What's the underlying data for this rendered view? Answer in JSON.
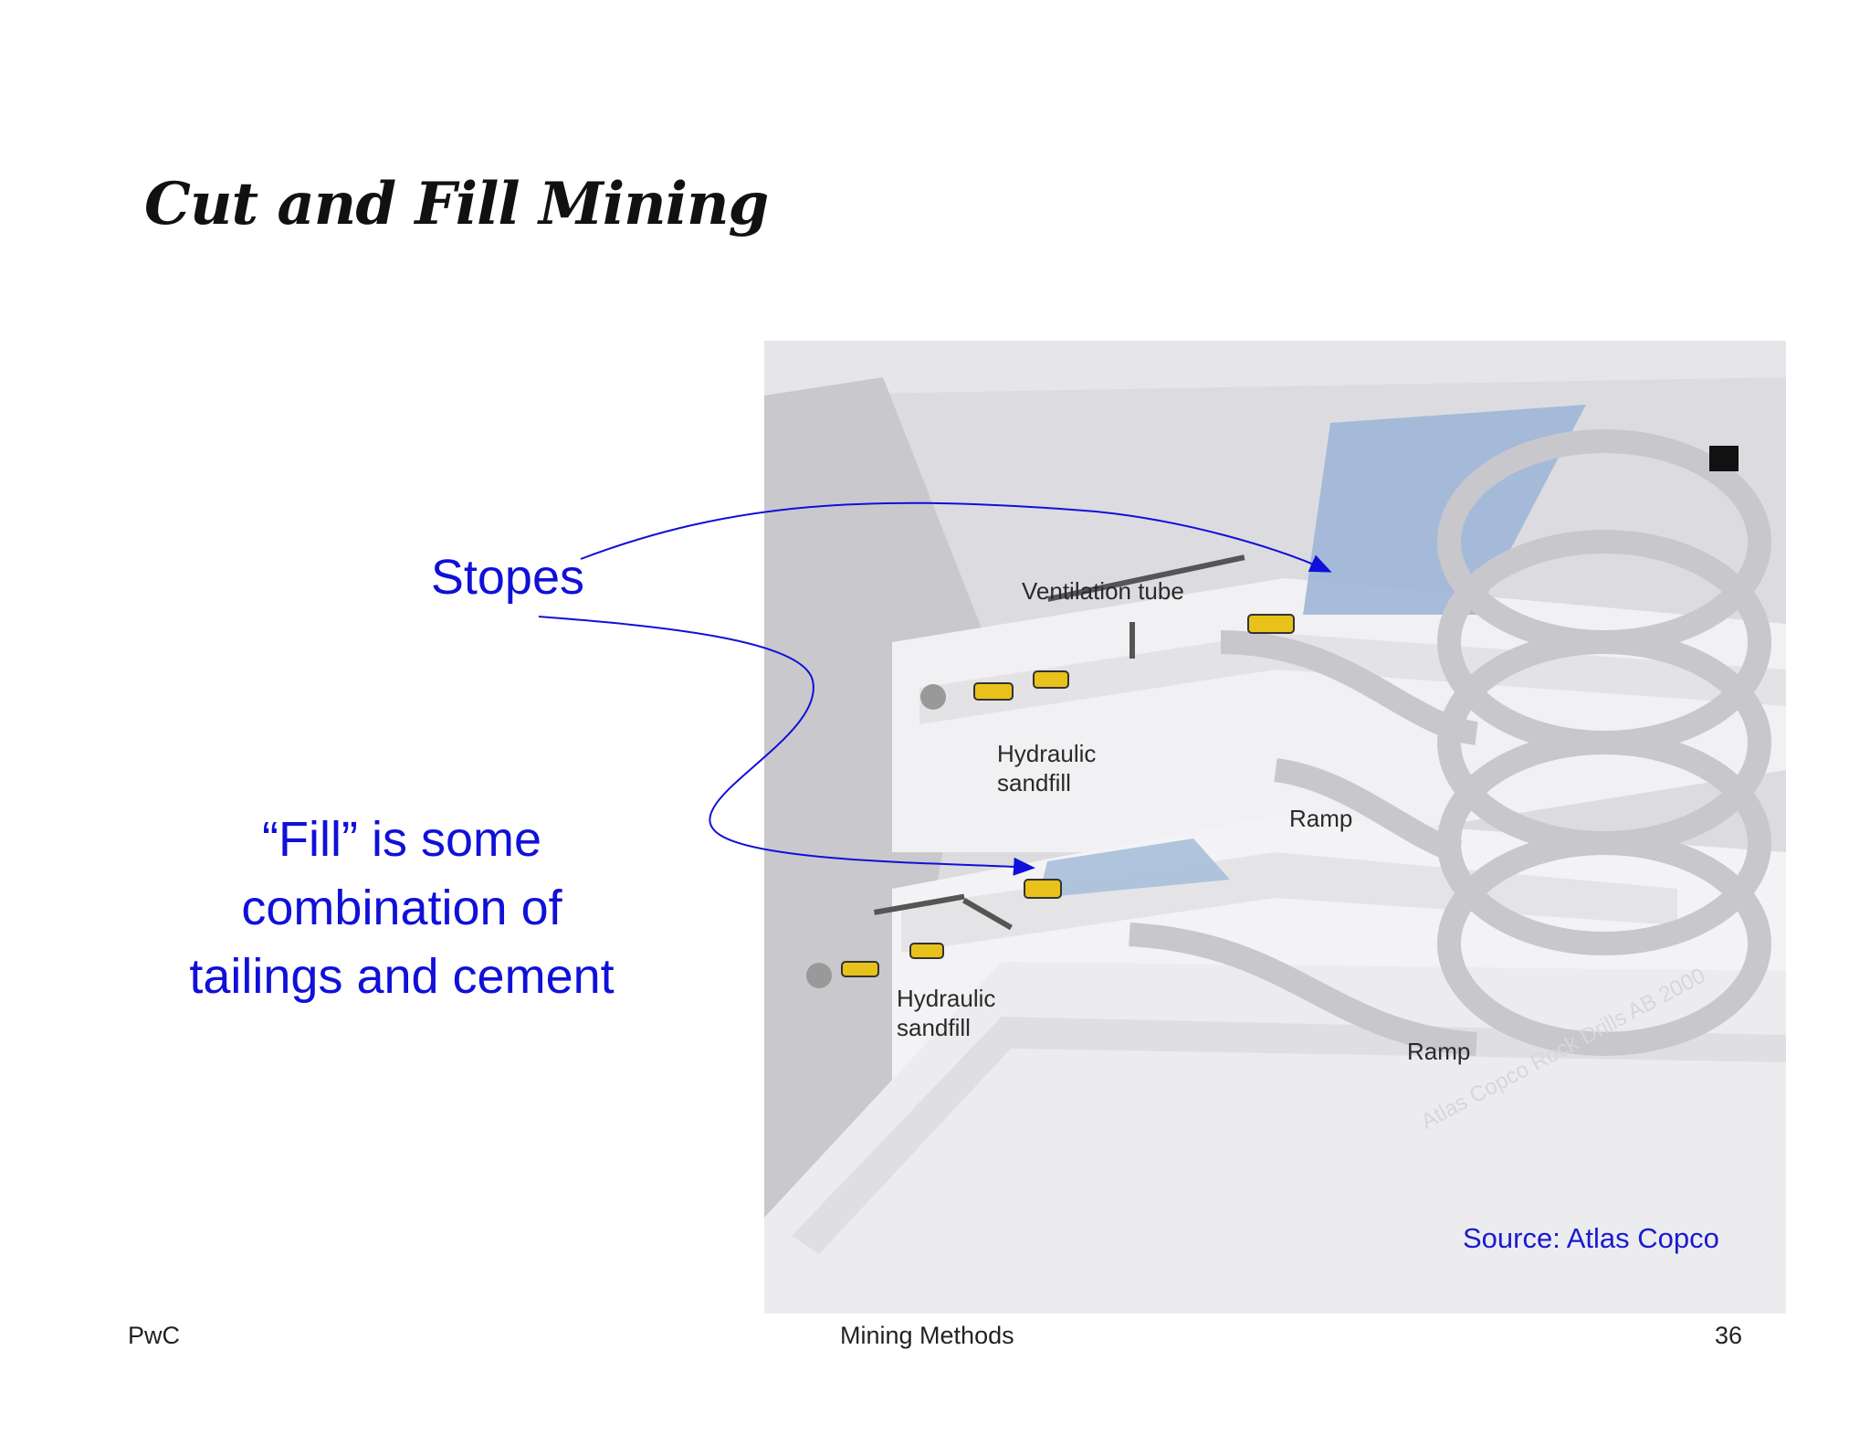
{
  "slide": {
    "title": "Cut and Fill Mining",
    "callouts": {
      "stopes": "Stopes",
      "fill_lines": [
        "“Fill” is some",
        "combination of",
        "tailings and cement"
      ]
    }
  },
  "figure": {
    "labels": {
      "ventilation_tube": "Ventilation tube",
      "hydraulic_sandfill_upper": [
        "Hydraulic",
        "sandfill"
      ],
      "hydraulic_sandfill_lower": [
        "Hydraulic",
        "sandfill"
      ],
      "ramp_upper": "Ramp",
      "ramp_lower": "Ramp"
    },
    "watermark": "Atlas Copco Rock Drills AB 2000",
    "source": "Source: Atlas Copco"
  },
  "footer": {
    "left": "PwC",
    "center": "Mining Methods",
    "page_number": "36"
  },
  "colors": {
    "callout": "#1010d8",
    "stope_blue": "#9fb6d8",
    "equipment_yellow": "#e8c21a"
  }
}
